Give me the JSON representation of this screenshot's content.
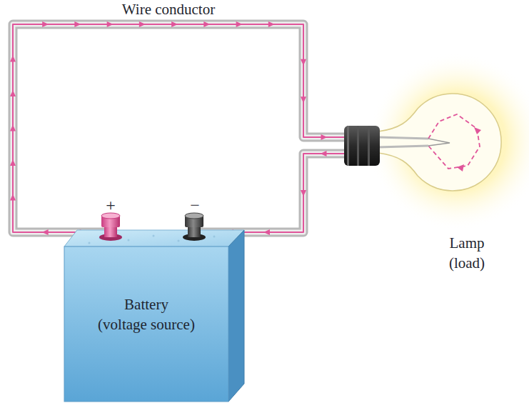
{
  "diagram": {
    "nodes": [
      {
        "text": [
          "Battery (voltage source)"
        ]
      },
      {
        "text": [
          "Lamp (load)"
        ]
      }
    ],
    "edges": [
      {
        "from": 0,
        "to": 1,
        "arrow": "to"
      },
      {
        "from": 1,
        "to": 0,
        "arrow": "to"
      }
    ],
    "labels": [
      "Wire conductor",
      "+",
      "−"
    ]
  }
}
